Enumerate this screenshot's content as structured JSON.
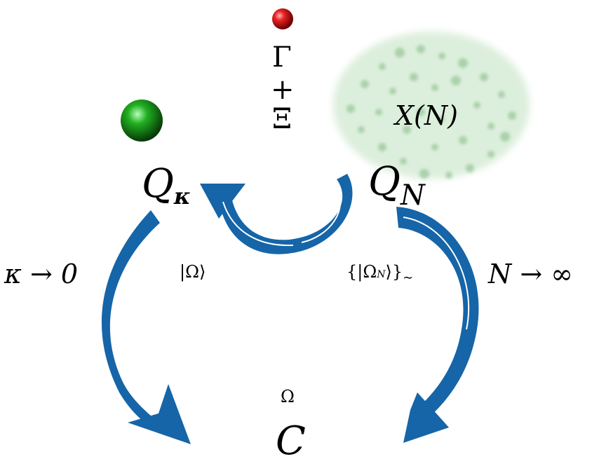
{
  "labels": {
    "q_kappa": "Q",
    "q_kappa_sub": "κ",
    "q_n": "Q",
    "q_n_sub": "N",
    "c": "C",
    "gamma": "Γ",
    "plus": "+",
    "xi": "Ξ",
    "x_of_n": "X(N)",
    "kappa_limit": "κ → 0",
    "n_limit": "N → ∞",
    "omega_state": "|Ω⟩",
    "omega_n_states": "{|Ω",
    "omega_n_sub": "N",
    "omega_n_close": "⟩}",
    "omega_n_tilde": "∼",
    "omega": "Ω"
  },
  "colors": {
    "arrow_blue": "#1565a8",
    "red_sphere": "#d81b1b",
    "green_sphere": "#1a9e1a",
    "cloud_green": "#5aa85a"
  },
  "icons": {
    "red_sphere": "red-sphere-icon",
    "green_sphere": "green-sphere-icon",
    "cloud": "cloud-icon"
  }
}
